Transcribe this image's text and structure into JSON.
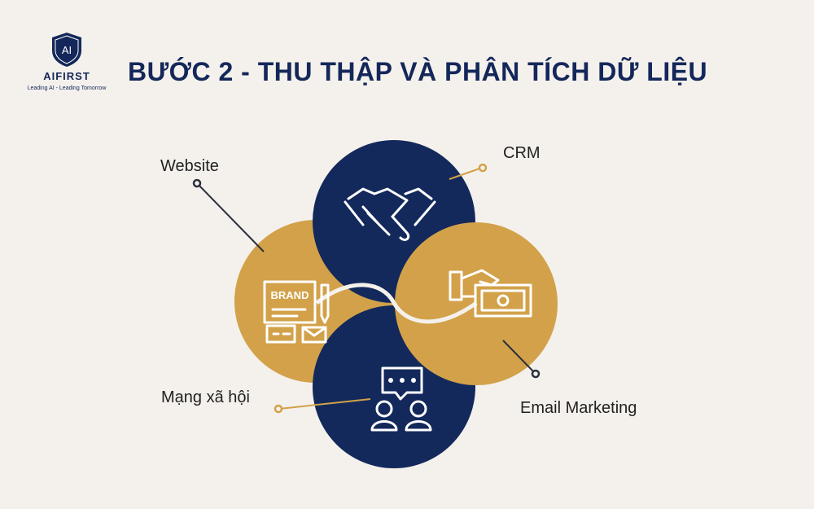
{
  "brand": {
    "logo_mark": "AI",
    "name": "AIFIRST",
    "tagline": "Leading AI - Leading Tomorrow"
  },
  "title": "BƯỚC 2 - THU THẬP VÀ PHÂN TÍCH DỮ LIỆU",
  "diagram": {
    "nodes": [
      {
        "label": "Website",
        "icon": "brand-document-icon",
        "color": "#d2a149"
      },
      {
        "label": "CRM",
        "icon": "handshake-icon",
        "color": "#13295c"
      },
      {
        "label": "Email Marketing",
        "icon": "money-hand-icon",
        "color": "#d2a149"
      },
      {
        "label": "Mạng xã hội",
        "icon": "chat-people-icon",
        "color": "#13295c"
      }
    ],
    "brand_icon_text": "BRAND"
  },
  "colors": {
    "navy": "#13295c",
    "gold": "#d2a149",
    "background": "#f4f1ec"
  }
}
